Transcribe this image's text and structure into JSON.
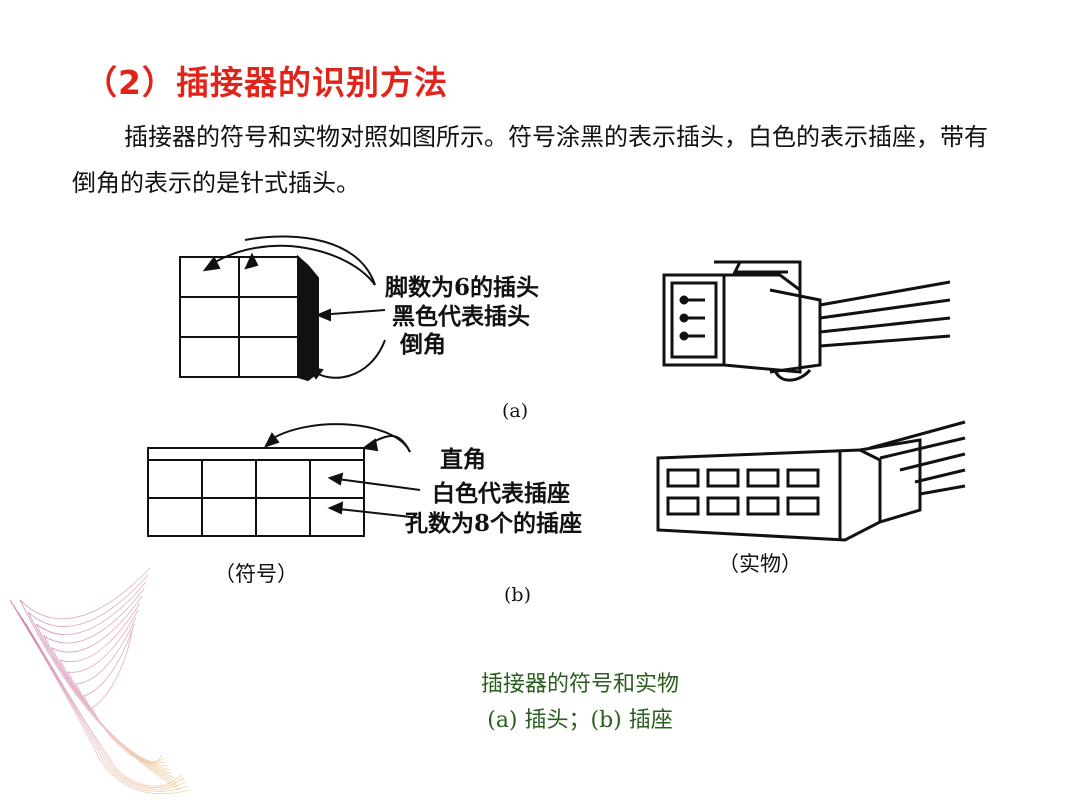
{
  "title": "（2）插接器的识别方法",
  "paragraph": "插接器的符号和实物对照如图所示。符号涂黑的表示插头，白色的表示插座，带有倒角的表示的是针式插头。",
  "figure": {
    "a_labels": {
      "pins": "脚数为6的插头",
      "black": "黑色代表插头",
      "chamfer": "倒角"
    },
    "a_caption": "(a)",
    "b_labels": {
      "right_angle": "直角",
      "white": "白色代表插座",
      "holes": "孔数为8个的插座"
    },
    "b_caption": "(b)",
    "symbol_caption": "（符号）",
    "object_caption": "（实物）"
  },
  "caption_line1": "插接器的符号和实物",
  "caption_line2": "(a) 插头；(b) 插座"
}
